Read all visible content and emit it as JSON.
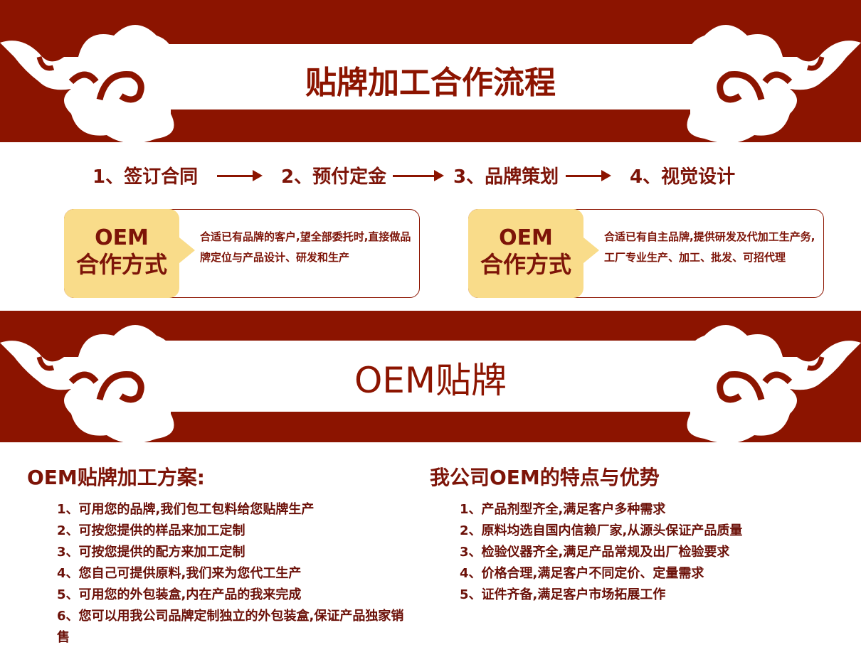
{
  "banner1": {
    "title": "贴牌加工合作流程"
  },
  "steps": [
    "1、签订合同",
    "2、预付定金",
    "3、品牌策划",
    "4、视觉设计"
  ],
  "cards": [
    {
      "tag_line1": "OEM",
      "tag_line2": "合作方式",
      "description": "合适已有品牌的客户,望全部委托时,直接做品牌定位与产品设计、研发和生产"
    },
    {
      "tag_line1": "OEM",
      "tag_line2": "合作方式",
      "description": "合适已有自主品牌,提供研发及代加工生产务,工厂专业生产、加工、批发、可招代理"
    }
  ],
  "banner2": {
    "title": "OEM贴牌"
  },
  "left": {
    "heading": "OEM贴牌加工方案:",
    "items": [
      "1、可用您的品牌,我们包工包料给您贴牌生产",
      "2、可按您提供的样品来加工定制",
      "3、可按您提供的配方来加工定制",
      "4、您自己可提供原料,我们来为您代工生产",
      "5、可用您的外包装盒,内在产品的我来完成",
      "6、您可以用我公司品牌定制独立的外包装盒,保证产品独家销售"
    ]
  },
  "right": {
    "heading": "我公司OEM的特点与优势",
    "items": [
      "1、产品剂型齐全,满足客户多种需求",
      "2、原料均选自国内信赖厂家,从源头保证产品质量",
      "3、检验仪器齐全,满足产品常规及出厂检验要求",
      "4、价格合理,满足客户不同定价、定量需求",
      "5、证件齐备,满足客户市场拓展工作"
    ]
  },
  "colors": {
    "red": "#8c1400",
    "yellow": "#f9dc8a"
  }
}
